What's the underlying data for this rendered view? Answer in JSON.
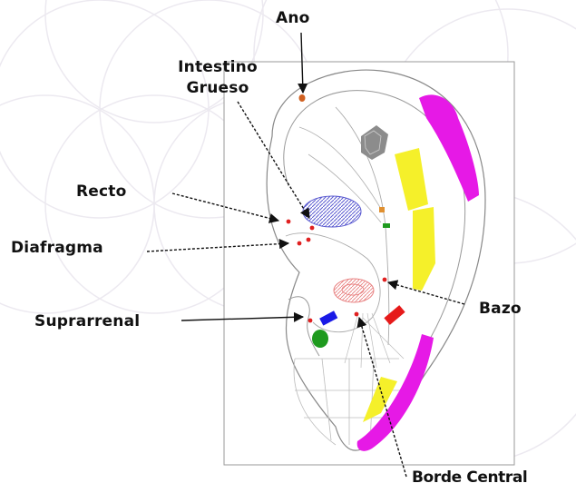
{
  "labels": {
    "ano": "Ano",
    "intestino_grueso": "Intestino\nGrueso",
    "recto": "Recto",
    "diafragma": "Diafragma",
    "suprarrenal": "Suprarrenal",
    "bazo": "Bazo",
    "borde_central": "Borde Central"
  },
  "colors": {
    "magenta": "#e619e6",
    "yellow": "#f5f02a",
    "blue_oval": "#6a6ad8",
    "red_point": "#e02020",
    "green": "#1e9a1e",
    "blue_rect": "#1a1ae6",
    "red_rect": "#e61a1a",
    "gray_zone": "#8c8c8c",
    "pink_zone": "#f08080",
    "watermark": "#ece9f0"
  }
}
